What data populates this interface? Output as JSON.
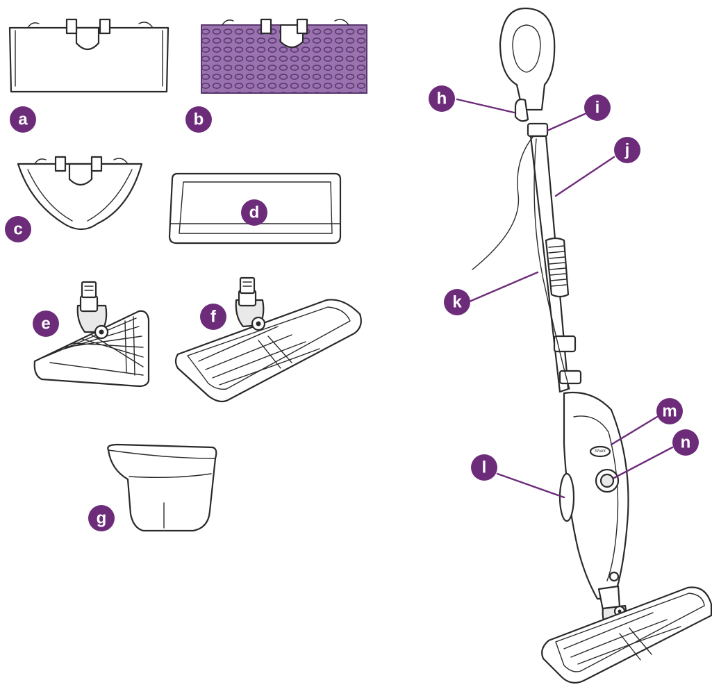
{
  "colors": {
    "label_badge": "#6d2c7a",
    "pad_purple": "#9b72b0",
    "pad_purple_dark": "#5a3a6e",
    "line": "#2a2a2a"
  },
  "labels": {
    "a": "a",
    "b": "b",
    "c": "c",
    "d": "d",
    "e": "e",
    "f": "f",
    "g": "g",
    "h": "h",
    "i": "i",
    "j": "j",
    "k": "k",
    "l": "l",
    "m": "m",
    "n": "n"
  },
  "logo_text": "Shark"
}
